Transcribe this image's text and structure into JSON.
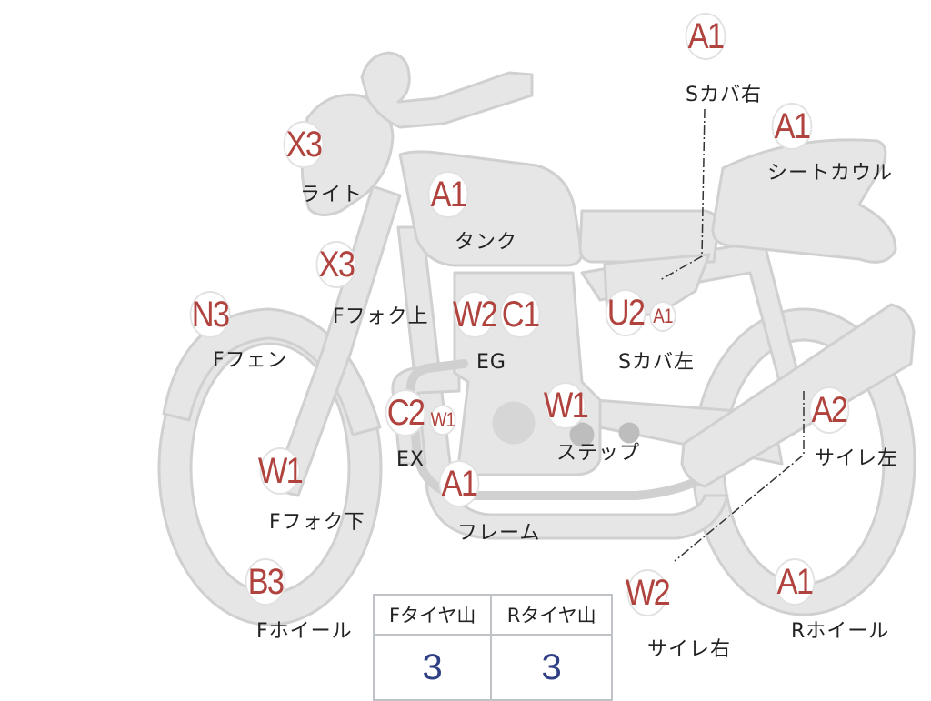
{
  "parts": [
    {
      "id": "s-cover-right",
      "code": "A1",
      "label": "Sカバ右"
    },
    {
      "id": "seat-cowl",
      "code": "A1",
      "label": "シートカウル"
    },
    {
      "id": "light",
      "code": "X3",
      "label": "ライト"
    },
    {
      "id": "tank",
      "code": "A1",
      "label": "タンク"
    },
    {
      "id": "front-fork-upper",
      "code": "X3",
      "label": "Fフォク上"
    },
    {
      "id": "front-fender",
      "code": "N3",
      "label": "Fフェン"
    },
    {
      "id": "engine",
      "code": "W2",
      "code2": "C1",
      "label": "EG"
    },
    {
      "id": "s-cover-left",
      "code": "U2",
      "code2": "A1",
      "label": "Sカバ左"
    },
    {
      "id": "exhaust",
      "code": "C2",
      "code2": "W1",
      "label": "EX"
    },
    {
      "id": "step",
      "code": "W1",
      "label": "ステップ"
    },
    {
      "id": "front-fork-lower",
      "code": "W1",
      "label": "Fフォク下"
    },
    {
      "id": "frame",
      "code": "A1",
      "label": "フレーム"
    },
    {
      "id": "silencer-left",
      "code": "A2",
      "label": "サイレ左"
    },
    {
      "id": "front-wheel",
      "code": "B3",
      "label": "Fホイール"
    },
    {
      "id": "silencer-right",
      "code": "W2",
      "label": "サイレ右"
    },
    {
      "id": "rear-wheel",
      "code": "A1",
      "label": "Rホイール"
    }
  ],
  "tire_table": {
    "headers": [
      "Fタイヤ山",
      "Rタイヤ山"
    ],
    "values": [
      "3",
      "3"
    ]
  },
  "colors": {
    "grade_code": "#b0433e",
    "tire_value": "#2e3f85",
    "body_fill": "#e6e6e6",
    "body_stroke": "#d0d0d0"
  }
}
